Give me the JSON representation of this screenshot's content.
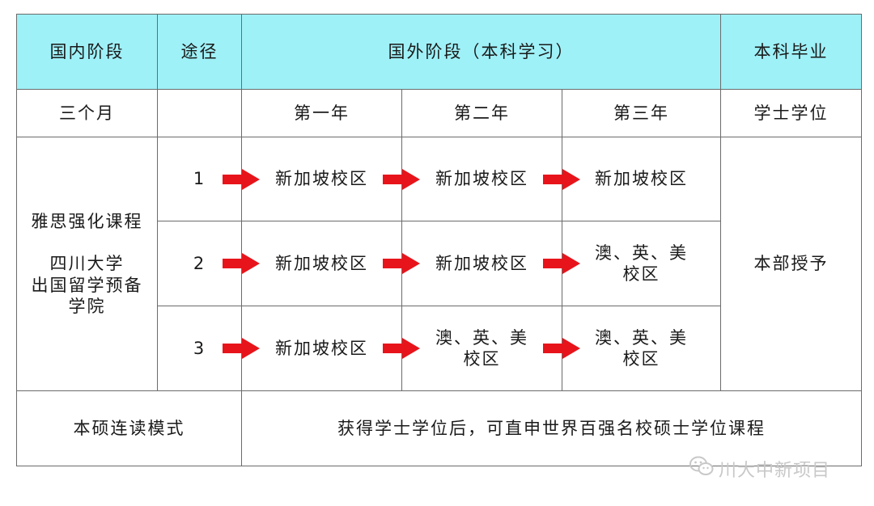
{
  "header": {
    "domestic": "国内阶段",
    "route": "途径",
    "overseas": "国外阶段（本科学习）",
    "graduation": "本科毕业"
  },
  "subheader": {
    "duration": "三个月",
    "year1": "第一年",
    "year2": "第二年",
    "year3": "第三年",
    "degree": "学士学位"
  },
  "program": {
    "course": "雅思强化课程",
    "school_line1": "四川大学",
    "school_line2": "出国留学预备",
    "school_line3": "学院"
  },
  "routes": [
    {
      "num": "1",
      "y1": [
        "新加坡校区"
      ],
      "y2": [
        "新加坡校区"
      ],
      "y3": [
        "新加坡校区"
      ]
    },
    {
      "num": "2",
      "y1": [
        "新加坡校区"
      ],
      "y2": [
        "新加坡校区"
      ],
      "y3": [
        "澳、英、美",
        "校区"
      ]
    },
    {
      "num": "3",
      "y1": [
        "新加坡校区"
      ],
      "y2": [
        "澳、英、美",
        "校区"
      ],
      "y3": [
        "澳、英、美",
        "校区"
      ]
    }
  ],
  "degree_award": "本部授予",
  "footer": {
    "mode": "本硕连读模式",
    "desc": "获得学士学位后，可直申世界百强名校硕士学位课程"
  },
  "watermark": {
    "text": "川大中新项目",
    "icon": "wechat-icon"
  },
  "colors": {
    "header_bg": "#9ff1f8",
    "arrow": "#e8141b",
    "border": "#6b6b6b"
  }
}
